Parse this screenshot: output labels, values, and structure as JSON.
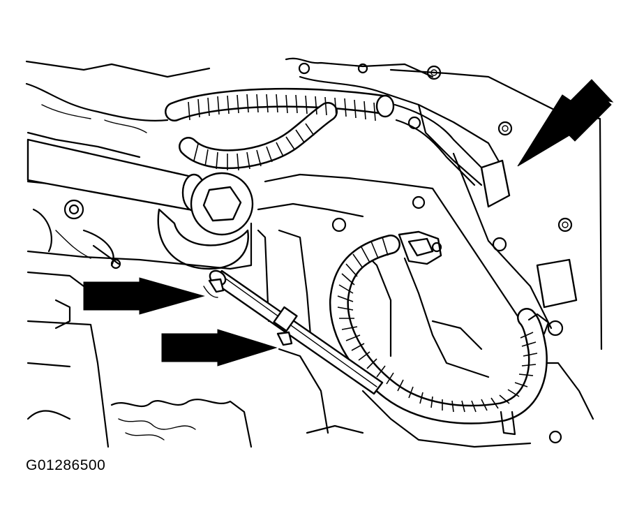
{
  "figure": {
    "id_label": "G01286500"
  },
  "callouts": [
    {
      "name": "arrow-upper-right",
      "direction": "down-left"
    },
    {
      "name": "arrow-left-upper",
      "direction": "right"
    },
    {
      "name": "arrow-left-lower",
      "direction": "right"
    }
  ],
  "colors": {
    "line": "#000000",
    "background": "#ffffff"
  }
}
